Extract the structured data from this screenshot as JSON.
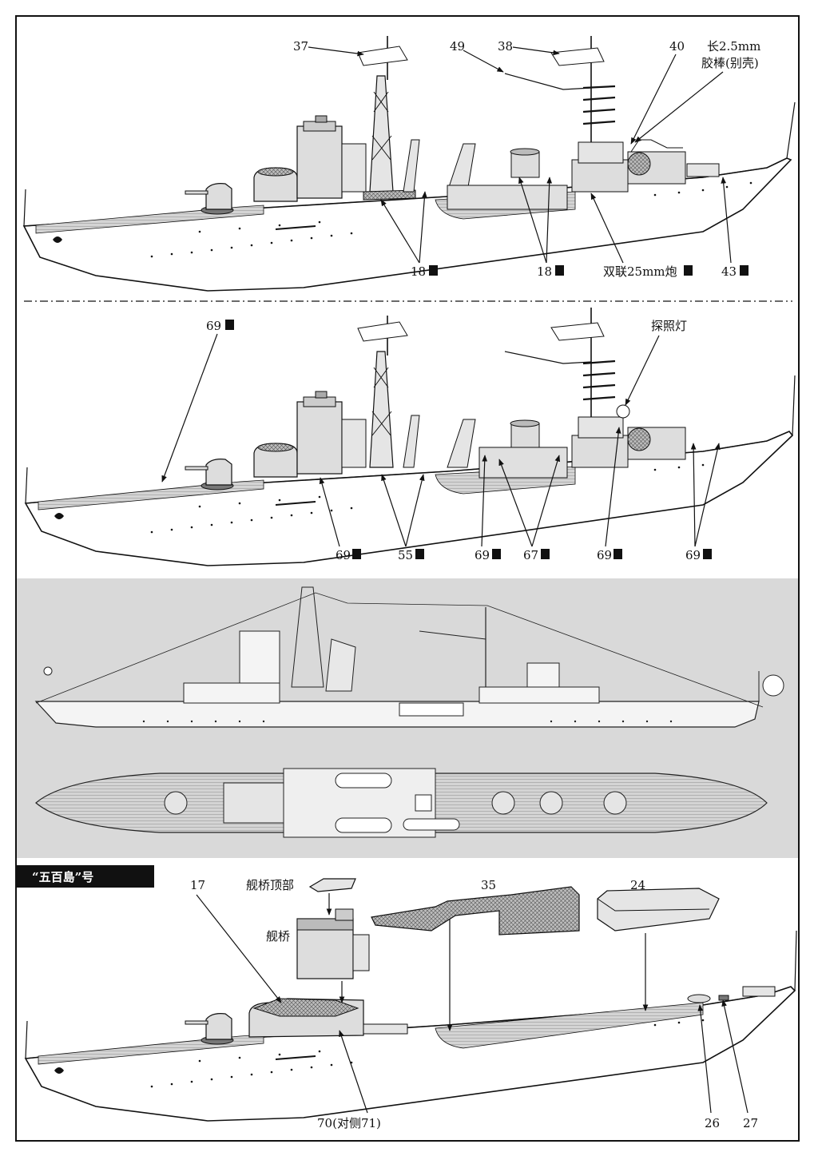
{
  "panel1": {
    "labels": {
      "l37": "37",
      "l49": "49",
      "l38": "38",
      "l40": "40",
      "rod_line1": "长2.5mm",
      "rod_line2": "胶棒(别壳)",
      "l18a": "18",
      "l18b": "18",
      "gun25": "双联25mm炮",
      "l43": "43"
    }
  },
  "panel2": {
    "labels": {
      "l69_top": "69",
      "searchlight": "探照灯",
      "l69_a": "69",
      "l55": "55",
      "l69_b": "69",
      "l67": "67",
      "l69_c": "69",
      "l69_d": "69"
    }
  },
  "panel4": {
    "banner": "“五百島”号",
    "labels": {
      "l17": "17",
      "bridge_top": "舰桥顶部",
      "l35": "35",
      "l24": "24",
      "bridge": "舰桥",
      "l70": "70(对侧71)",
      "l26": "26",
      "l27": "27"
    }
  },
  "colors": {
    "ink": "#111111",
    "hull_fill": "#ffffff",
    "deck_fill": "#cfcfcf",
    "super_fill": "#dcdcdc",
    "profile_band": "#d9d9d9"
  }
}
